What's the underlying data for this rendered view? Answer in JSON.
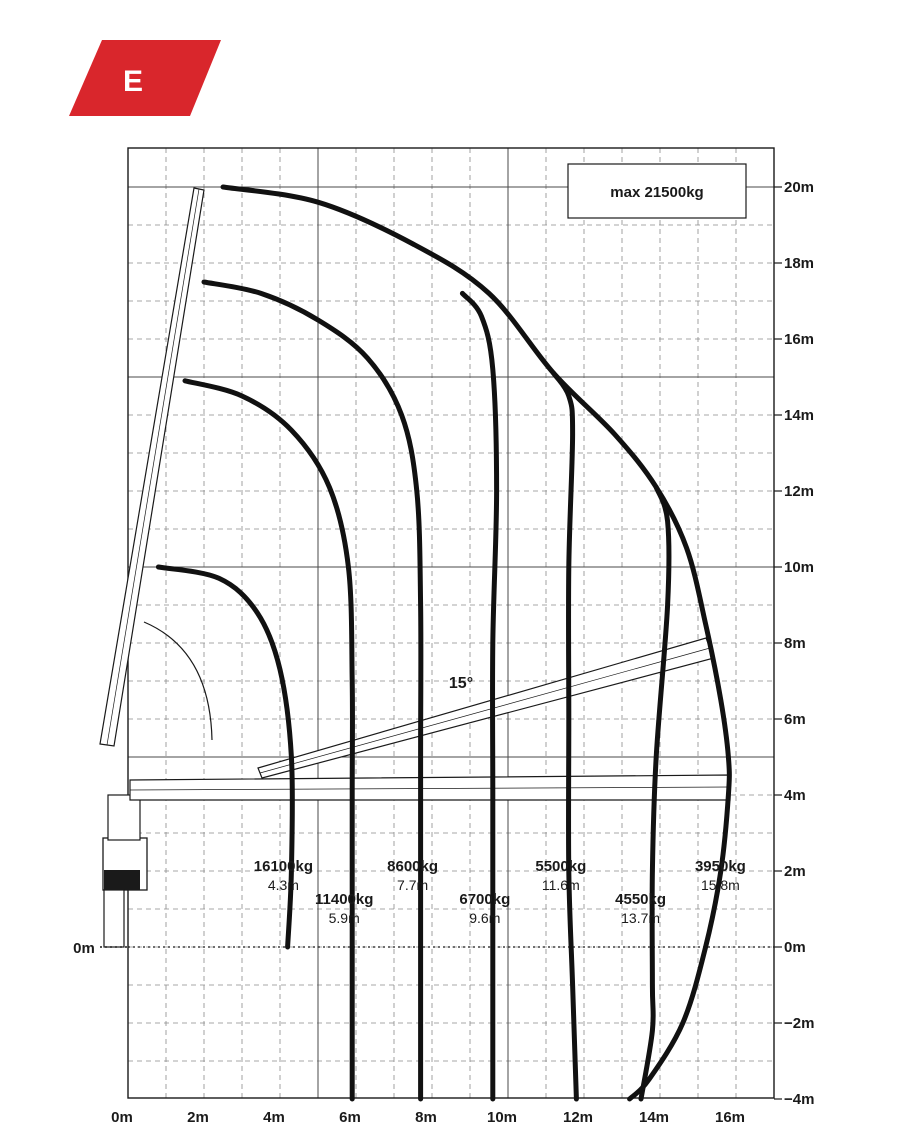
{
  "badge": {
    "label": "E",
    "color": "#d9262c"
  },
  "max_label": "max 21500kg",
  "angle_label": "15°",
  "chart_data": {
    "type": "line",
    "xlim": [
      0,
      17
    ],
    "ylim": [
      -4,
      20.5
    ],
    "x_ticks": [
      "0m",
      "2m",
      "4m",
      "6m",
      "8m",
      "10m",
      "12m",
      "14m",
      "16m"
    ],
    "y_ticks": [
      "20m",
      "18m",
      "16m",
      "14m",
      "12m",
      "10m",
      "8m",
      "6m",
      "4m",
      "2m",
      "0m",
      "−2m",
      "−4m"
    ],
    "y_tick_values": [
      20,
      18,
      16,
      14,
      12,
      10,
      8,
      6,
      4,
      2,
      0,
      -2,
      -4
    ],
    "left_origin_label": "0m",
    "grid": true,
    "series": [
      {
        "load": "16100kg",
        "reach": "4.3m",
        "values": [
          [
            0.8,
            10
          ],
          [
            2.4,
            9.7
          ],
          [
            3.4,
            8.8
          ],
          [
            4,
            7.3
          ],
          [
            4.3,
            5
          ],
          [
            4.3,
            2
          ],
          [
            4.2,
            0
          ]
        ]
      },
      {
        "load": "11400kg",
        "reach": "5.9m",
        "values": [
          [
            1.5,
            14.9
          ],
          [
            3,
            14.5
          ],
          [
            4.3,
            13.6
          ],
          [
            5.3,
            12.1
          ],
          [
            5.8,
            10
          ],
          [
            5.9,
            7
          ],
          [
            5.9,
            4
          ],
          [
            5.9,
            0
          ],
          [
            5.9,
            -4
          ]
        ]
      },
      {
        "load": "8600kg",
        "reach": "7.7m",
        "values": [
          [
            2,
            17.5
          ],
          [
            3.5,
            17.2
          ],
          [
            5,
            16.5
          ],
          [
            6.3,
            15.5
          ],
          [
            7.2,
            14
          ],
          [
            7.6,
            12
          ],
          [
            7.7,
            9
          ],
          [
            7.7,
            5
          ],
          [
            7.7,
            0
          ],
          [
            7.7,
            -4
          ]
        ]
      },
      {
        "load": "6700kg",
        "reach": "9.6m",
        "values": [
          [
            8.8,
            17.2
          ],
          [
            9.3,
            16.6
          ],
          [
            9.6,
            15.2
          ],
          [
            9.7,
            12
          ],
          [
            9.6,
            8
          ],
          [
            9.6,
            4
          ],
          [
            9.6,
            0
          ],
          [
            9.6,
            -4
          ]
        ]
      },
      {
        "load": "5500kg",
        "reach": "11.6m",
        "values": [
          [
            11.2,
            15.1
          ],
          [
            11.6,
            14.5
          ],
          [
            11.7,
            13.5
          ],
          [
            11.6,
            10
          ],
          [
            11.6,
            6
          ],
          [
            11.6,
            2
          ],
          [
            11.7,
            -1
          ],
          [
            11.8,
            -4
          ]
        ]
      },
      {
        "load": "4550kg",
        "reach": "13.7m",
        "values": [
          [
            13.9,
            12.1
          ],
          [
            14.2,
            11.2
          ],
          [
            14.2,
            9
          ],
          [
            13.9,
            5
          ],
          [
            13.8,
            2
          ],
          [
            13.8,
            -1
          ],
          [
            13.8,
            -2.2
          ],
          [
            13.5,
            -4
          ]
        ]
      },
      {
        "load": "3950kg",
        "reach": "15.8m",
        "values": [
          [
            2.5,
            20
          ],
          [
            5,
            19.6
          ],
          [
            7.5,
            18.5
          ],
          [
            9.5,
            17.2
          ],
          [
            11.2,
            15.1
          ],
          [
            12.8,
            13.5
          ],
          [
            13.9,
            12.1
          ],
          [
            14.7,
            10.5
          ],
          [
            15.2,
            8.5
          ],
          [
            15.6,
            6.5
          ],
          [
            15.8,
            5
          ],
          [
            15.8,
            4
          ],
          [
            15.6,
            2
          ],
          [
            15.2,
            0
          ],
          [
            14.6,
            -2
          ],
          [
            13.7,
            -3.5
          ],
          [
            13.2,
            -4
          ]
        ]
      }
    ]
  }
}
